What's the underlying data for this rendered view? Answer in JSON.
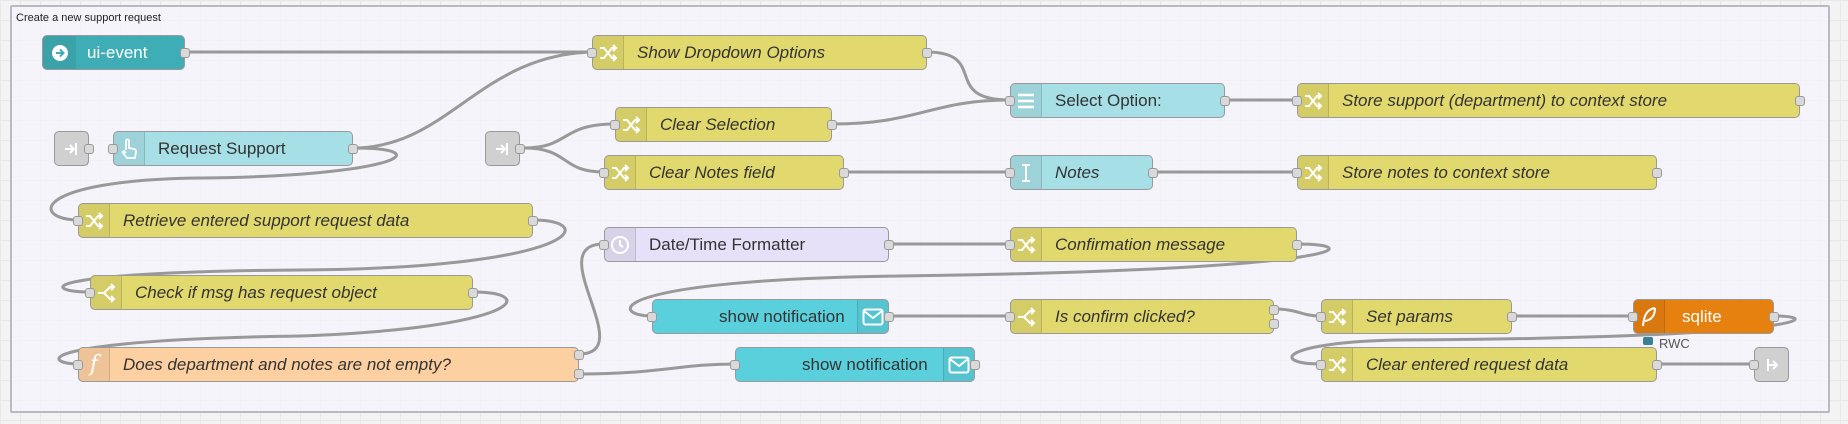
{
  "group": {
    "title": "Create a new support request"
  },
  "nodes": {
    "ui_event": "ui-event",
    "show_dropdown": "Show Dropdown Options",
    "select_option": "Select Option:",
    "store_support": "Store support (department) to context store",
    "request_support": "Request Support",
    "clear_selection": "Clear Selection",
    "clear_notes": "Clear Notes field",
    "notes": "Notes",
    "store_notes": "Store notes to context store",
    "retrieve": "Retrieve entered support request data",
    "date_formatter": "Date/Time Formatter",
    "confirmation": "Confirmation message",
    "check_msg": "Check if msg has request object",
    "show_notification_1": "show notification",
    "is_confirm": "Is confirm clicked?",
    "set_params": "Set params",
    "sqlite": "sqlite",
    "rwc": "RWC",
    "does_department": "Does department and notes are not empty?",
    "show_notification_2": "show notification",
    "clear_entered": "Clear entered request data"
  },
  "colors": {
    "change": "#e2d96e",
    "ui_dropdown": "#a6e0e6",
    "ui_notification": "#5bd0dd",
    "link": "#dddddd",
    "function": "#fdd0a2",
    "sqlite": "#e6800f",
    "ui_event": "#3fadb5",
    "wire": "#999999"
  },
  "icons": {
    "ui_event": "arrow-right-circle-icon",
    "change": "shuffle-icon",
    "dropdown": "list-icon",
    "link": "link-in-icon",
    "button": "hand-pointer-icon",
    "text_input": "text-cursor-icon",
    "date": "clock-icon",
    "switch": "switch-branch-icon",
    "notification": "envelope-icon",
    "sqlite": "feather-icon",
    "function": "function-icon",
    "link_out": "link-out-icon"
  }
}
